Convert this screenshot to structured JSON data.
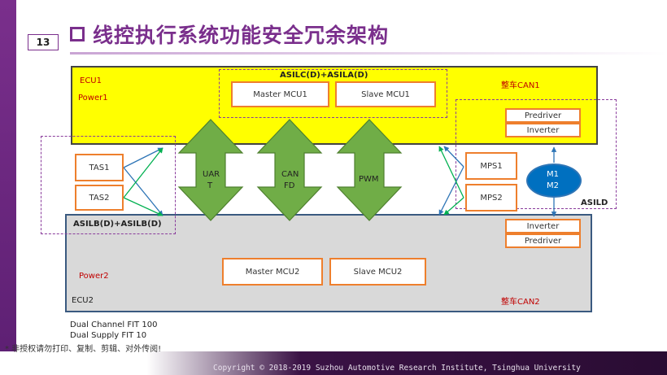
{
  "page": {
    "number": "13",
    "title": "线控执行系统功能安全冗余架构"
  },
  "ecu1": {
    "name": "ECU1",
    "power": "Power1",
    "asil_label": "ASILC(D)+ASILA(D)",
    "master": "Master MCU1",
    "slave": "Slave MCU1",
    "can": "整车CAN1"
  },
  "ecu2": {
    "name": "ECU2",
    "power": "Power2",
    "master": "Master MCU2",
    "slave": "Slave MCU2",
    "can": "整车CAN2"
  },
  "sensors_left": {
    "tas1": "TAS1",
    "tas2": "TAS2",
    "asil_label": "ASILB(D)+ASILB(D)"
  },
  "sensors_right": {
    "mps1": "MPS1",
    "mps2": "MPS2"
  },
  "motor": {
    "line1": "M1",
    "line2": "M2",
    "asil_label": "ASILD"
  },
  "drivers_top": {
    "predriver": "Predriver",
    "inverter": "Inverter"
  },
  "drivers_bottom": {
    "inverter": "Inverter",
    "predriver": "Predriver"
  },
  "links": {
    "uart_l1": "UAR",
    "uart_l2": "T",
    "canfd_l1": "CAN",
    "canfd_l2": "FD",
    "pwm": "PWM"
  },
  "notes": {
    "line1": "Dual Channel  FIT 100",
    "line2": "Dual Supply FIT 10"
  },
  "footer": {
    "disclaimer": "* 非授权请勿打印、复制、剪辑、对外传阅!",
    "copyright": "Copyright © 2018-2019 Suzhou Automotive Research Institute, Tsinghua University"
  },
  "colors": {
    "ecu1_fill": "#ffff00",
    "ecu2_fill": "#d9d9d9",
    "arrow": "#70ad47",
    "box_border": "#ee7f2d",
    "motor": "#0070c0",
    "accent": "#7a2f8c"
  }
}
